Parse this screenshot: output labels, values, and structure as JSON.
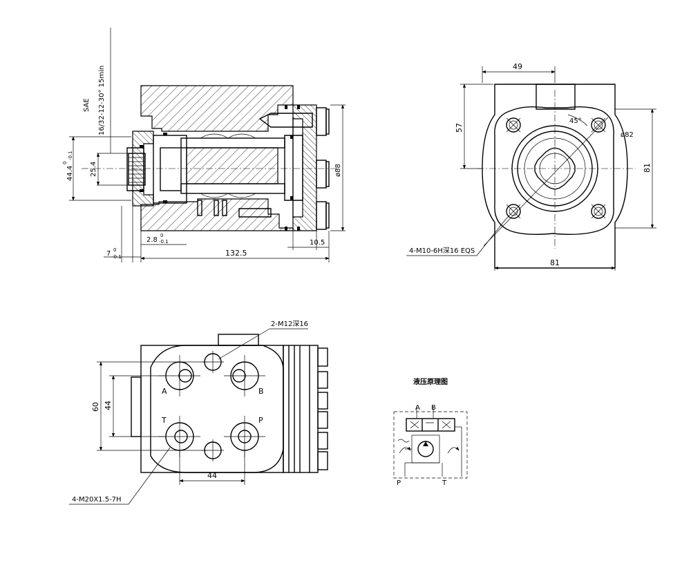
{
  "labels": {
    "sae_a": "SAE",
    "sae_b": "16/32-12-30°",
    "sae_c": "15min",
    "dim_44_4": "44.4",
    "dim_44_4_tol": "-0.1",
    "dim_44_4_top": "0",
    "dim_25_4": "25.4",
    "dim_phi88": "ø88",
    "dim_2_8": "2.8",
    "dim_2_8_tol": "-0.1",
    "dim_2_8_top": "0",
    "dim_10_5": "10.5",
    "dim_7": "7",
    "dim_7_tol": "-0.1",
    "dim_7_top": "0",
    "dim_132_5": "132.5",
    "dim_49": "49",
    "dim_57": "57",
    "dim_81_v": "81",
    "dim_81_h": "81",
    "dim_45": "45°",
    "dim_phi82": "ø82",
    "note_m10": "4-M10-6H深16 EQS",
    "note_m12": "2-M12深16",
    "dim_60": "60",
    "dim_44_v": "44",
    "dim_44_h": "44",
    "port_a": "A",
    "port_b": "B",
    "port_t": "T",
    "port_p": "P",
    "note_m20": "4-M20X1.5-7H",
    "schem_title": "液压原理图",
    "schem_a": "A",
    "schem_b": "B",
    "schem_p": "P",
    "schem_t": "T"
  }
}
